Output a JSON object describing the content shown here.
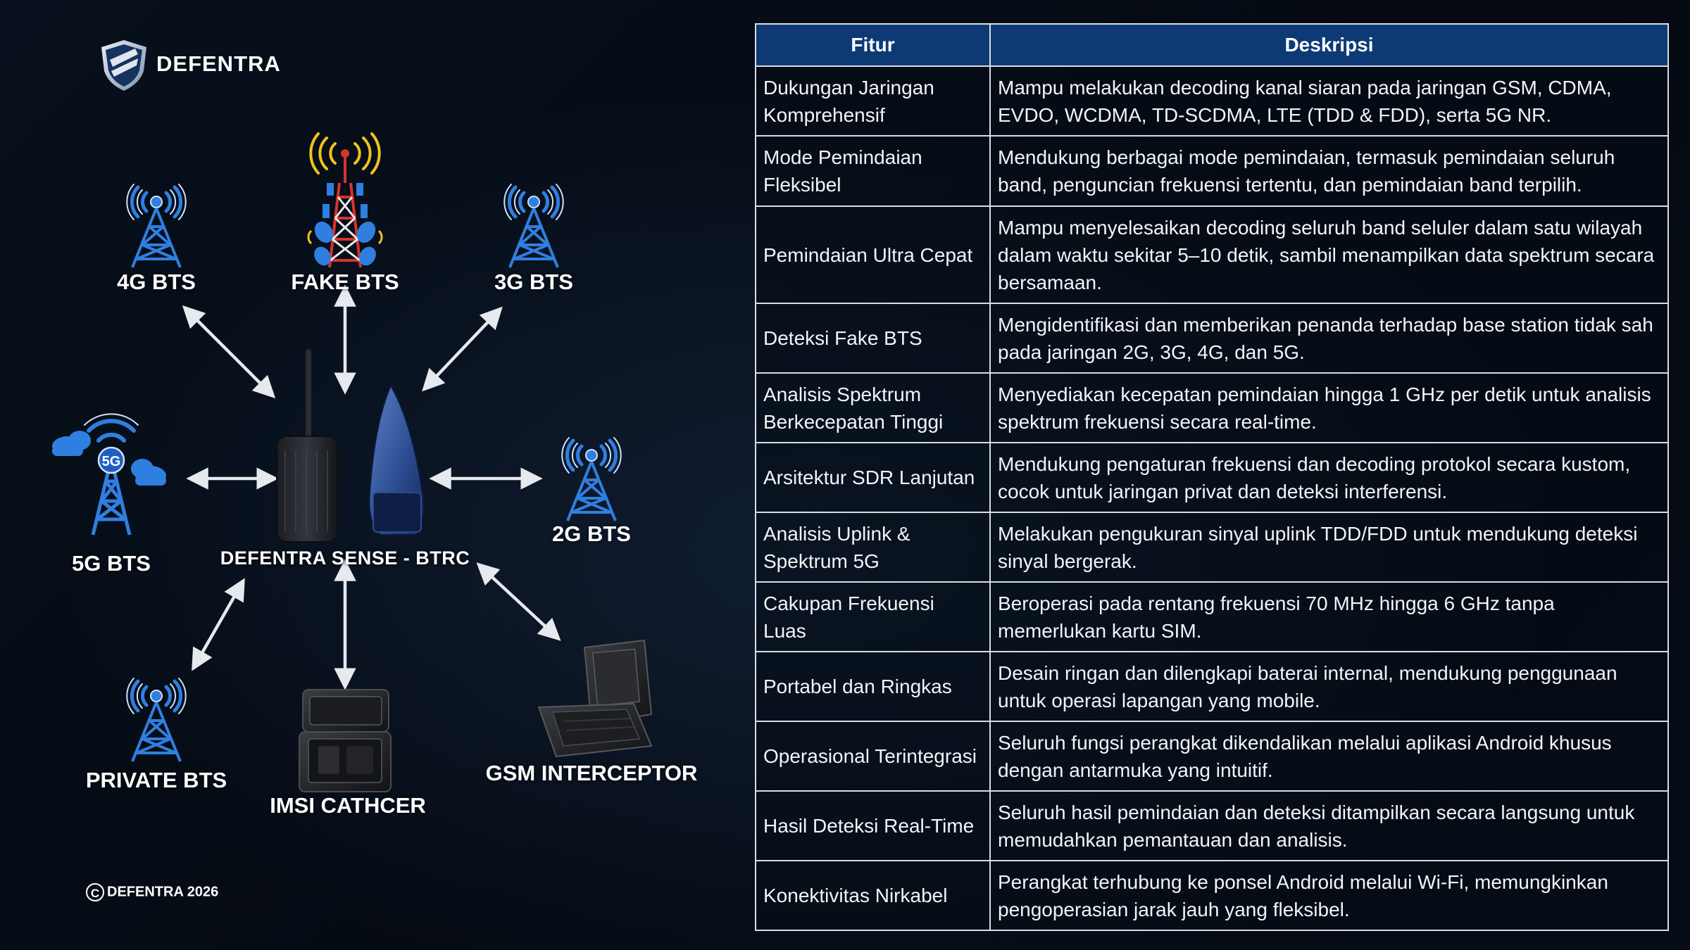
{
  "brand": {
    "name": "DEFENTRA"
  },
  "copyright": "DEFENTRA 2026",
  "center_device": {
    "label": "DEFENTRA SENSE - BTRC"
  },
  "nodes": {
    "4g": "4G BTS",
    "fake": "FAKE BTS",
    "3g": "3G BTS",
    "5g": "5G BTS",
    "5g_badge": "5G",
    "2g": "2G BTS",
    "private": "PRIVATE BTS",
    "imsi": "IMSI CATHCER",
    "gsm": "GSM INTERCEPTOR"
  },
  "colors": {
    "accent_blue": "#2f7fe0",
    "header_blue": "#0d3a75",
    "fake_bts_red": "#d8322e",
    "signal_yellow": "#f2c21a"
  },
  "table": {
    "headers": [
      "Fitur",
      "Deskripsi"
    ],
    "rows": [
      {
        "fitur": "Dukungan Jaringan Komprehensif",
        "deskripsi": "Mampu melakukan decoding kanal siaran pada jaringan GSM, CDMA, EVDO, WCDMA, TD-SCDMA, LTE (TDD & FDD), serta 5G NR."
      },
      {
        "fitur": "Mode Pemindaian Fleksibel",
        "deskripsi": "Mendukung berbagai mode pemindaian, termasuk pemindaian seluruh band, penguncian frekuensi tertentu, dan pemindaian band terpilih."
      },
      {
        "fitur": "Pemindaian Ultra Cepat",
        "deskripsi": "Mampu menyelesaikan decoding seluruh band seluler dalam satu wilayah dalam waktu sekitar 5–10 detik, sambil menampilkan data spektrum secara bersamaan."
      },
      {
        "fitur": "Deteksi Fake BTS",
        "deskripsi": "Mengidentifikasi dan memberikan penanda terhadap base station tidak sah pada jaringan 2G, 3G, 4G, dan 5G."
      },
      {
        "fitur": "Analisis Spektrum Berkecepatan Tinggi",
        "deskripsi": "Menyediakan kecepatan pemindaian hingga 1 GHz per detik untuk analisis spektrum frekuensi secara real-time."
      },
      {
        "fitur": "Arsitektur SDR Lanjutan",
        "deskripsi": "Mendukung pengaturan frekuensi dan decoding protokol secara kustom, cocok untuk jaringan privat dan deteksi interferensi."
      },
      {
        "fitur": "Analisis Uplink & Spektrum 5G",
        "deskripsi": "Melakukan pengukuran sinyal uplink TDD/FDD untuk mendukung deteksi sinyal bergerak."
      },
      {
        "fitur": "Cakupan Frekuensi Luas",
        "deskripsi": "Beroperasi pada rentang frekuensi 70 MHz hingga 6 GHz tanpa memerlukan kartu SIM."
      },
      {
        "fitur": "Portabel dan Ringkas",
        "deskripsi": "Desain ringan dan dilengkapi baterai internal, mendukung penggunaan untuk operasi lapangan yang mobile."
      },
      {
        "fitur": "Operasional Terintegrasi",
        "deskripsi": "Seluruh fungsi perangkat dikendalikan melalui aplikasi Android khusus dengan antarmuka yang intuitif."
      },
      {
        "fitur": "Hasil Deteksi Real-Time",
        "deskripsi": "Seluruh hasil pemindaian dan deteksi ditampilkan secara langsung untuk memudahkan pemantauan dan analisis."
      },
      {
        "fitur": "Konektivitas Nirkabel",
        "deskripsi": "Perangkat terhubung ke ponsel Android melalui Wi-Fi, memungkinkan pengoperasian jarak jauh yang fleksibel."
      }
    ]
  }
}
